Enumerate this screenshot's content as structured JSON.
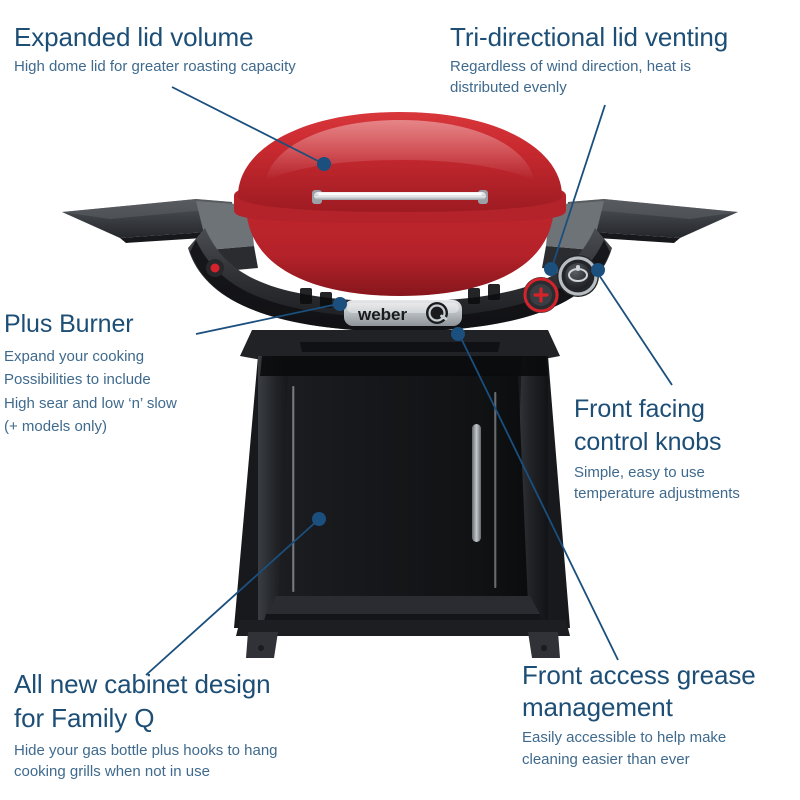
{
  "page": {
    "background": "#ffffff",
    "accent_blue": "#1d4e76",
    "line_blue": "#1a4f7e",
    "subtitle_blue": "#3f6a8d",
    "product_red": "#c8262c",
    "product_dark": "#2b2d30"
  },
  "callouts": [
    {
      "id": "lid-volume",
      "title": "Expanded lid volume",
      "desc": "High dome lid for greater roasting capacity"
    },
    {
      "id": "lid-venting",
      "title": "Tri-directional lid venting",
      "desc": "Regardless of wind direction, heat is\ndistributed evenly"
    },
    {
      "id": "plus-burner",
      "title": "Plus Burner",
      "desc": "Expand your cooking\nPossibilities to include\nHigh sear and low ‘n’ slow\n(+ models only)"
    },
    {
      "id": "control-knobs",
      "title": "Front facing\ncontrol knobs",
      "desc": "Simple, easy to use\ntemperature adjustments"
    },
    {
      "id": "cabinet-design",
      "title": "All new cabinet design\nfor Family Q",
      "desc": "Hide your gas bottle plus hooks to hang\ncooking grills when not in use"
    },
    {
      "id": "grease",
      "title": "Front access grease\nmanagement",
      "desc": "Easily accessible to help make\ncleaning easier than ever"
    }
  ],
  "product": {
    "brand_wordmark": "weber",
    "brand_mark": "Q"
  }
}
